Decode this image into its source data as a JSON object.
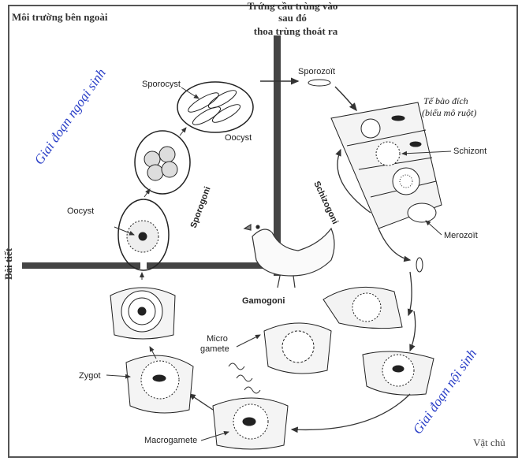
{
  "labels": {
    "env_outside": "Môi trường bên ngoài",
    "top_line1": "Trứng cầu trùng vào",
    "top_line2": "sau đó",
    "top_line3": "thoa trùng thoát ra",
    "external_stage": "Giai đoạn ngoại sinh",
    "internal_stage": "Giai đoạn nội sinh",
    "excretion": "Bài tiết",
    "host": "Vật chủ",
    "sporocyst": "Sporocyst",
    "oocyst_top": "Oocyst",
    "oocyst_left": "Oocyst",
    "sporogoni": "Sporogoni",
    "sporozoit": "Sporozoït",
    "target_cell_1": "Tế bào đích",
    "target_cell_2": "(biểu mô ruột)",
    "schizont": "Schizont",
    "schizogoni": "Schizogoni",
    "merozoit": "Merozoït",
    "gamogoni": "Gamogoni",
    "micro_1": "Micro",
    "micro_2": "gamete",
    "zygot": "Zygot",
    "macrogamete": "Macrogamete"
  }
}
